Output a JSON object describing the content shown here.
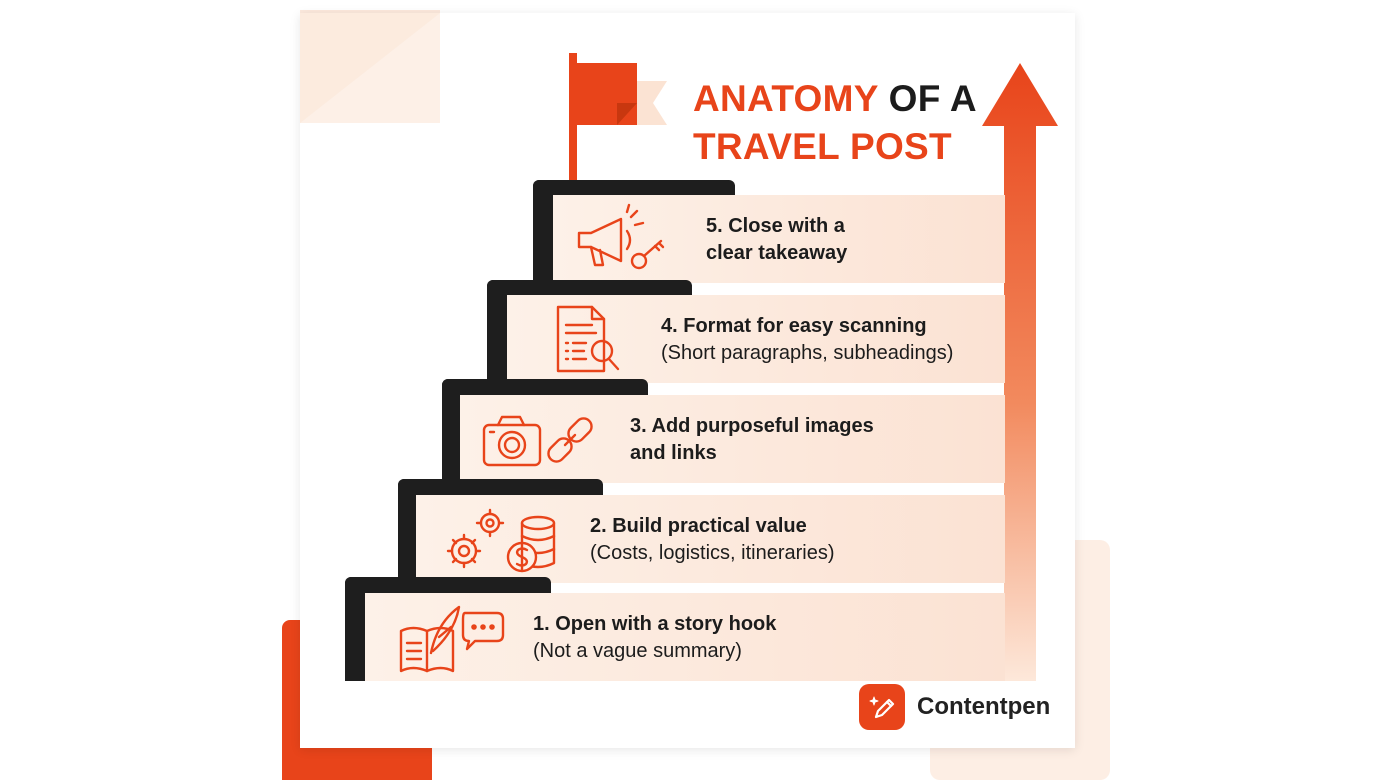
{
  "title": {
    "accent_word": "ANATOMY",
    "line1_rest": " OF A",
    "line2": "TRAVEL POST"
  },
  "steps": [
    {
      "title": "1. Open with a story hook",
      "subtitle": "(Not a vague summary)",
      "icon": "book-quill-speech-icon"
    },
    {
      "title": "2. Build practical value",
      "subtitle": "(Costs, logistics, itineraries)",
      "icon": "gears-coins-icon"
    },
    {
      "title": "3. Add purposeful images",
      "subtitle": "and links",
      "icon": "camera-link-icon"
    },
    {
      "title": "4. Format for easy scanning",
      "subtitle": "(Short paragraphs, subheadings)",
      "icon": "document-magnifier-icon"
    },
    {
      "title": "5. Close with a",
      "subtitle": "clear takeaway",
      "icon": "megaphone-key-icon"
    }
  ],
  "brand": {
    "name": "Contentpen"
  },
  "colors": {
    "accent": "#e8441a",
    "dark": "#1e1e1e",
    "peach": "#fbe2d3",
    "text": "#1c1c1c"
  }
}
